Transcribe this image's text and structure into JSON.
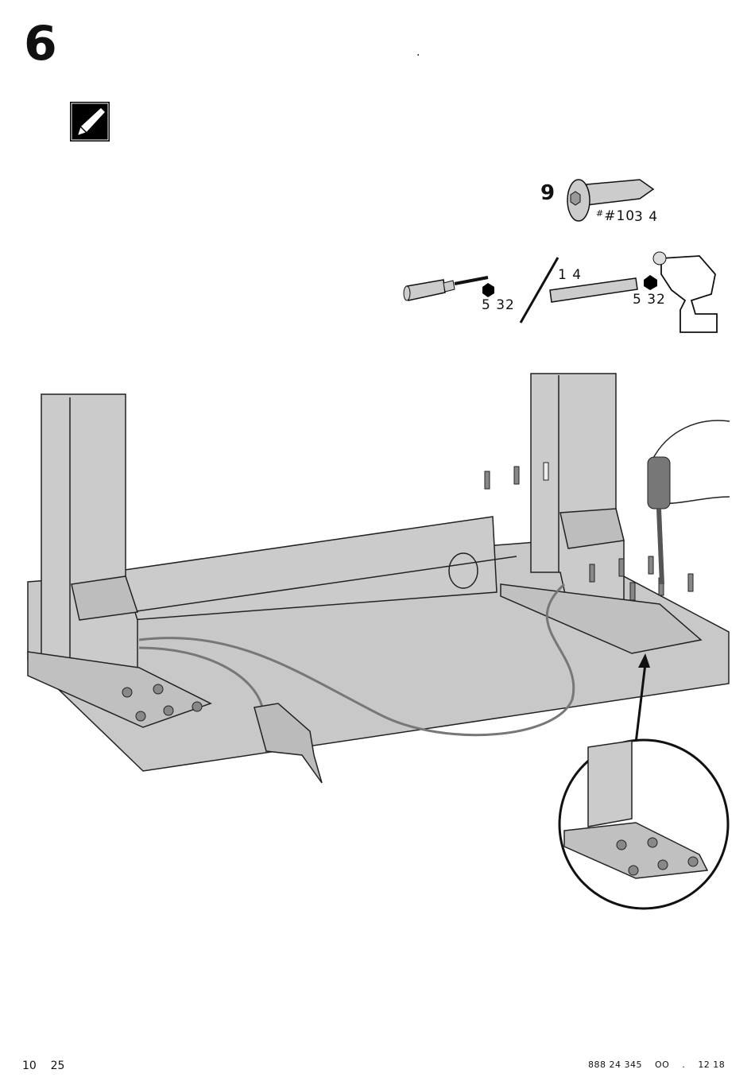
{
  "step_number": "6",
  "header_dot": ".",
  "part": {
    "number": "9",
    "screw_size": "#10",
    "screw_length": "3 4"
  },
  "tools": {
    "screwdriver_hex": "5 32",
    "bit_size": "1 4",
    "drill_hex": "5 32"
  },
  "footer": {
    "page": "10",
    "total": "25",
    "code": "888 24 345",
    "rev": "OO",
    "sep": ".",
    "date": "12 18"
  }
}
